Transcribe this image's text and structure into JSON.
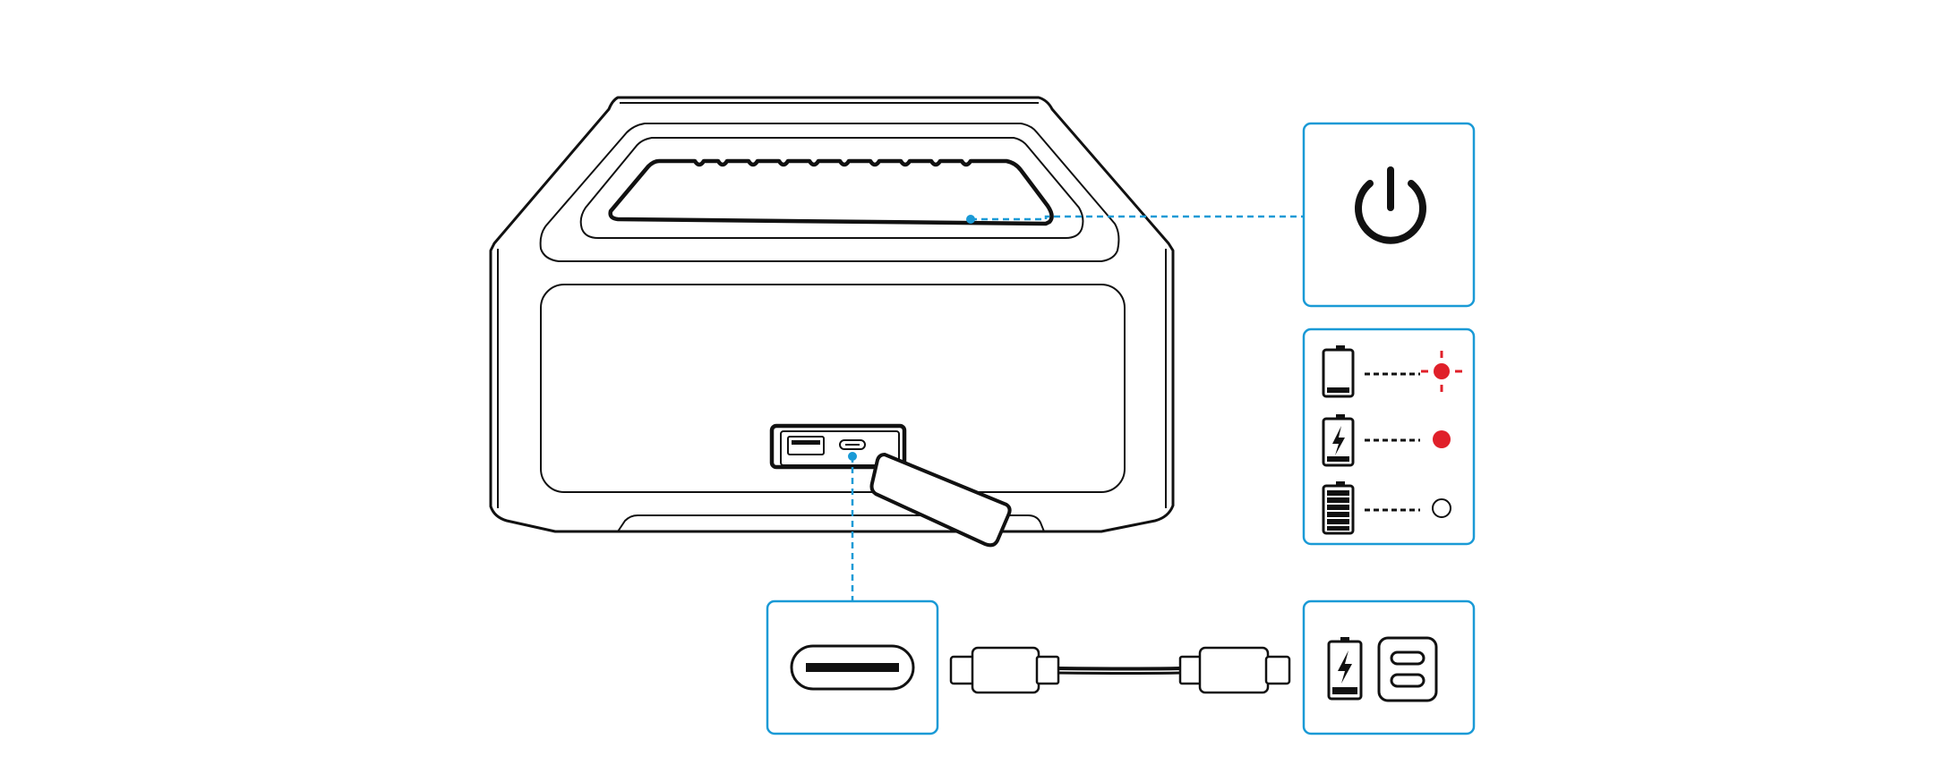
{
  "colors": {
    "outline": "#111111",
    "callout_border": "#1a9ad6",
    "led_red": "#e0202a",
    "background": "#ffffff"
  },
  "callouts": [
    {
      "id": "power",
      "icon": "power-icon"
    },
    {
      "id": "battery-indicator",
      "states": [
        {
          "battery_level": 0.1,
          "icon": "battery-low-icon",
          "led": "red-flashing"
        },
        {
          "battery_level": 0.2,
          "icon": "battery-charging-icon",
          "led": "red-solid"
        },
        {
          "battery_level": 1.0,
          "icon": "battery-full-icon",
          "led": "off"
        }
      ]
    },
    {
      "id": "usb-c-port",
      "icon": "usb-c-port-icon"
    },
    {
      "id": "charging",
      "icons": [
        "battery-charging-icon",
        "charger-icon"
      ]
    }
  ],
  "cable": {
    "type": "usb-c-to-usb-c"
  }
}
